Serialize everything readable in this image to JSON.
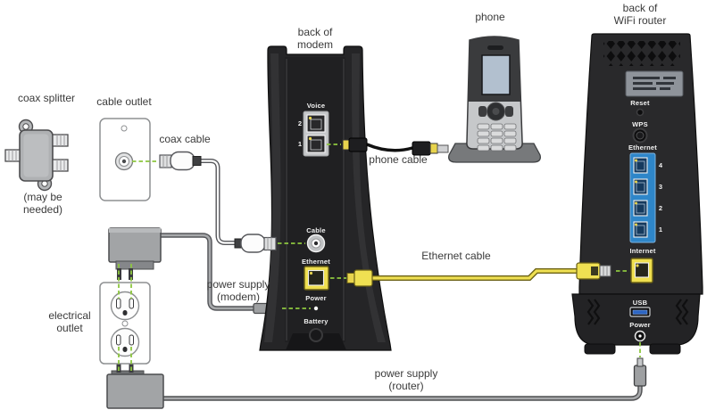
{
  "labels": {
    "coax_splitter": "coax splitter",
    "may_be_needed": "(may be\nneeded)",
    "cable_outlet": "cable outlet",
    "coax_cable": "coax cable",
    "back_of_modem": "back of\nmodem",
    "phone": "phone",
    "phone_cable": "phone cable",
    "back_of_wifi_router": "back of\nWiFi router",
    "ethernet_cable": "Ethernet cable",
    "power_supply_modem": "power supply\n(modem)",
    "electrical_outlet": "electrical\noutlet",
    "power_supply_router": "power supply\n(router)"
  },
  "modem_ports": {
    "voice": "Voice",
    "voice_port_2": "2",
    "voice_port_1": "1",
    "cable": "Cable",
    "ethernet": "Ethernet",
    "power": "Power",
    "battery": "Battery"
  },
  "router_ports": {
    "reset": "Reset",
    "wps": "WPS",
    "ethernet": "Ethernet",
    "eth_4": "4",
    "eth_3": "3",
    "eth_2": "2",
    "eth_1": "1",
    "internet": "Internet",
    "usb": "USB",
    "power": "Power"
  },
  "colors": {
    "connection_green": "#8DC63F",
    "ethernet_yellow": "#EFE052",
    "ethernet_panel_blue": "#2E86C9",
    "usb_blue": "#2D66C4",
    "device_body": "#28282A",
    "label_text": "#3A3A3A"
  }
}
